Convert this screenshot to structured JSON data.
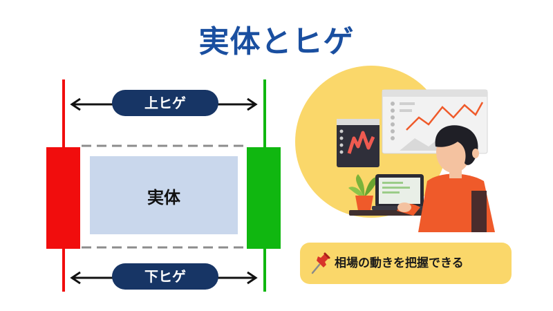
{
  "title": "実体とヒゲ",
  "labels": {
    "upper_wick": "上ヒゲ",
    "lower_wick": "下ヒゲ",
    "body": "実体"
  },
  "caption": "相場の動きを把握できる",
  "icons": {
    "caption_icon": "pushpin-icon"
  },
  "colors": {
    "title": "#1a4fa0",
    "bearish_candle": "#f10d0d",
    "bullish_candle": "#10b710",
    "body_fill": "#c9d7ec",
    "label_pill": "#173565",
    "caption_box": "#fad76a",
    "illustration_circle": "#fad76a"
  }
}
